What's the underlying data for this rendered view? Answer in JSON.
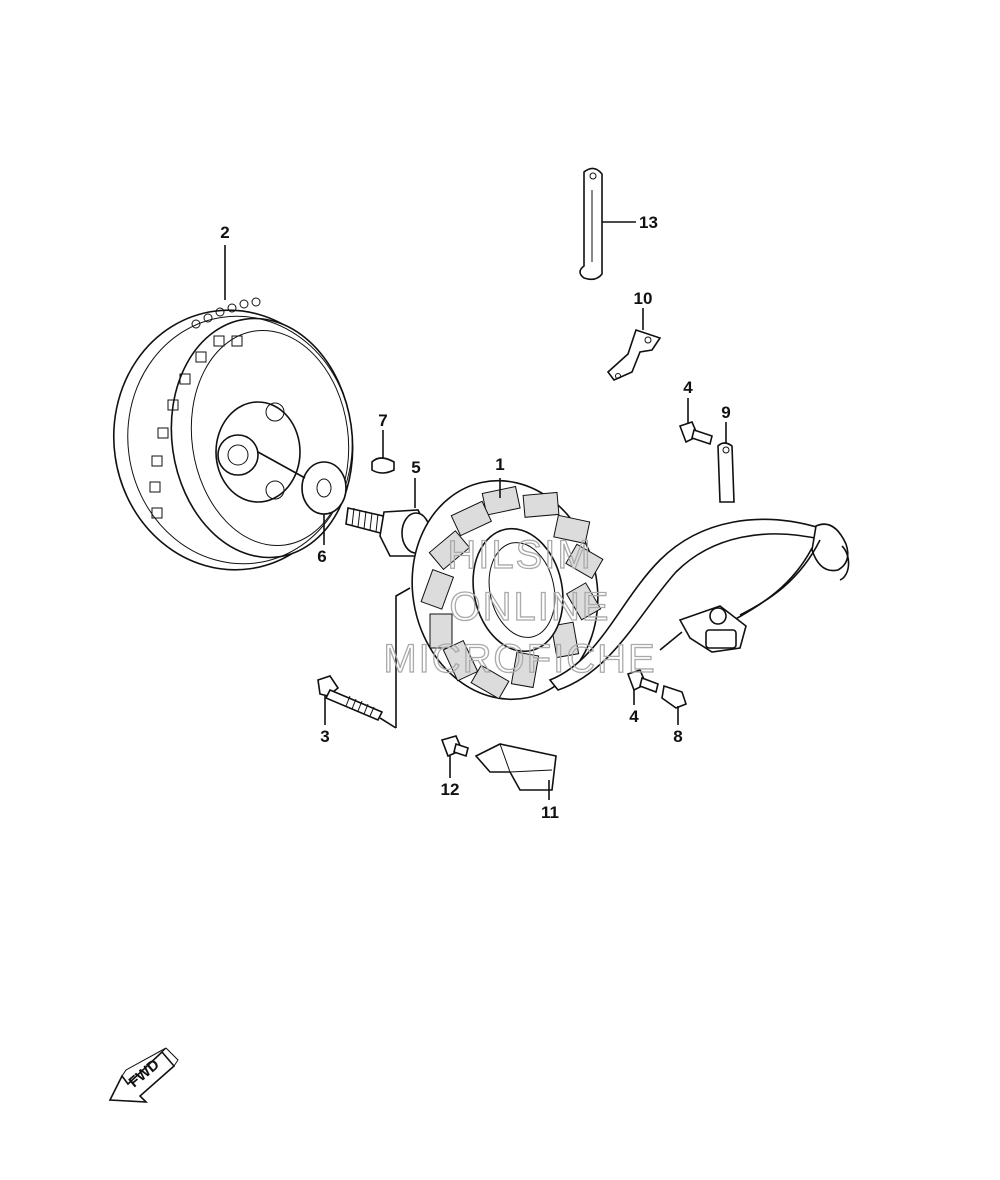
{
  "callouts": [
    {
      "id": "1",
      "label": "1"
    },
    {
      "id": "2",
      "label": "2"
    },
    {
      "id": "3",
      "label": "3"
    },
    {
      "id": "4a",
      "label": "4"
    },
    {
      "id": "4b",
      "label": "4"
    },
    {
      "id": "5",
      "label": "5"
    },
    {
      "id": "6",
      "label": "6"
    },
    {
      "id": "7",
      "label": "7"
    },
    {
      "id": "8",
      "label": "8"
    },
    {
      "id": "9",
      "label": "9"
    },
    {
      "id": "10",
      "label": "10"
    },
    {
      "id": "11",
      "label": "11"
    },
    {
      "id": "12",
      "label": "12"
    },
    {
      "id": "13",
      "label": "13"
    }
  ],
  "watermark": {
    "line1": "HILSIM",
    "line2": "ONLINE",
    "line3": "MICROFICHE"
  },
  "fwd_label": "FWD"
}
